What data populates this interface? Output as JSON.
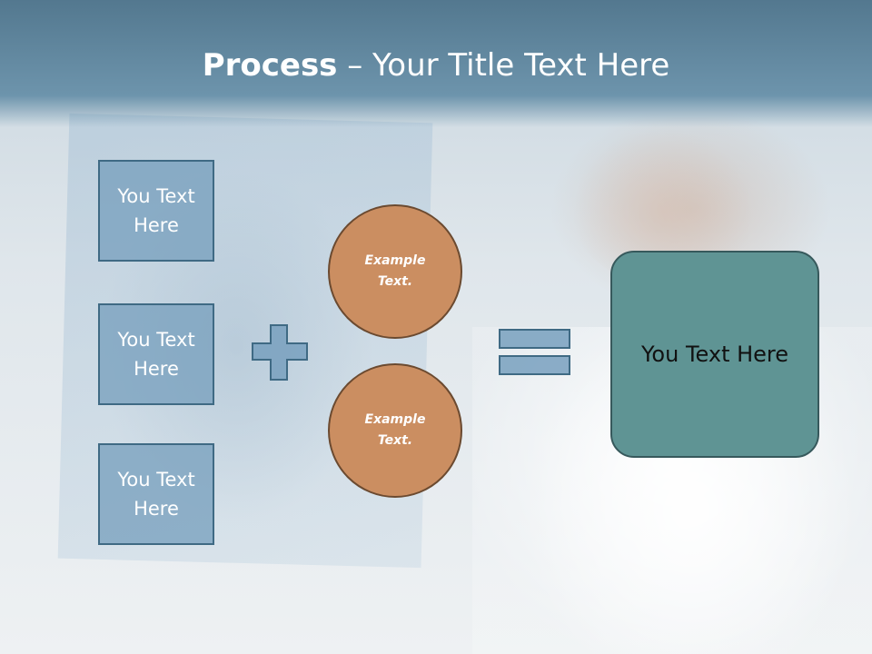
{
  "slide": {
    "title_bold": "Process",
    "title_rest": " – Your Title Text Here",
    "left_boxes": [
      {
        "line1": "You Text",
        "line2": "Here"
      },
      {
        "line1": "You Text",
        "line2": "Here"
      },
      {
        "line1": "You Text",
        "line2": "Here"
      }
    ],
    "circles": [
      {
        "line1": "Example",
        "line2": "Text."
      },
      {
        "line1": "Example",
        "line2": "Text."
      }
    ],
    "result_text": "You Text Here",
    "icons": {
      "plus": "plus-icon",
      "equals": "equals-icon"
    },
    "colors": {
      "title_bar": "#5e86a0",
      "box_fill": "#7aa0be",
      "circle_fill": "#cb8e61",
      "result_fill": "#5f9494"
    }
  }
}
